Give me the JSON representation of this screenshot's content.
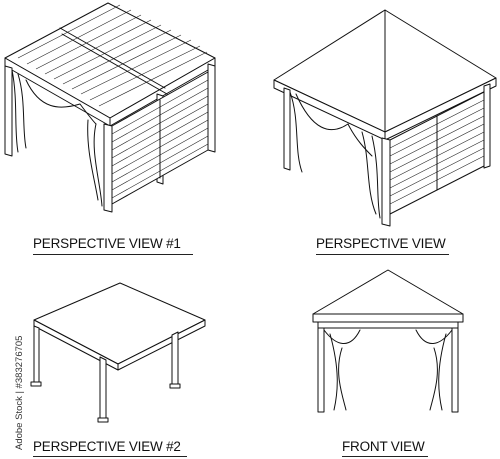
{
  "views": [
    {
      "id": "perspective-1",
      "caption": "PERSPECTIVE VIEW #1"
    },
    {
      "id": "perspective",
      "caption": "PERSPECTIVE VIEW"
    },
    {
      "id": "perspective-2",
      "caption": "PERSPECTIVE VIEW #2"
    },
    {
      "id": "front",
      "caption": "FRONT VIEW"
    }
  ],
  "stock_id": "Adobe Stock | #383276705",
  "colors": {
    "line": "#111111",
    "background": "#ffffff"
  }
}
